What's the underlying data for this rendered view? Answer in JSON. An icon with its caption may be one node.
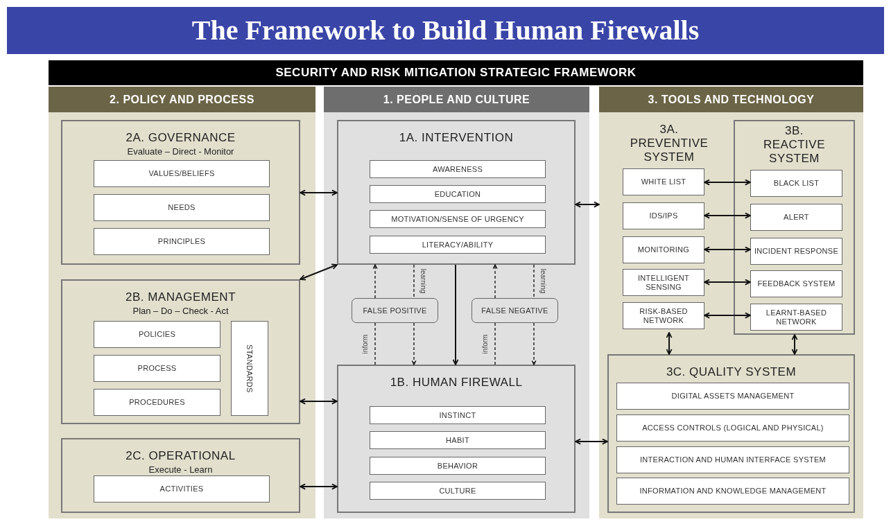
{
  "diagram": {
    "title": "The Framework to Build Human Firewalls",
    "nodes": [
      {
        "text": [
          "SECURITY AND RISK MITIGATION STRATEGIC FRAMEWORK"
        ]
      },
      {
        "text": [
          "2. POLICY AND PROCESS"
        ]
      },
      {
        "text": [
          "2A. GOVERNANCE",
          "Evaluate – Direct - Monitor"
        ],
        "in": 1
      },
      {
        "text": [
          "VALUES/BELIEFS"
        ],
        "in": 2
      },
      {
        "text": [
          "NEEDS"
        ],
        "in": 2
      },
      {
        "text": [
          "PRINCIPLES"
        ],
        "in": 2
      },
      {
        "text": [
          "2B. MANAGEMENT",
          "Plan – Do – Check - Act"
        ],
        "in": 1
      },
      {
        "text": [
          "POLICIES"
        ],
        "in": 6
      },
      {
        "text": [
          "PROCESS"
        ],
        "in": 6
      },
      {
        "text": [
          "PROCEDURES"
        ],
        "in": 6
      },
      {
        "text": [
          "STANDARDS"
        ],
        "in": 6
      },
      {
        "text": [
          "2C. OPERATIONAL",
          "Execute - Learn"
        ],
        "in": 1
      },
      {
        "text": [
          "ACTIVITIES"
        ],
        "in": 11
      },
      {
        "text": [
          "1. PEOPLE AND CULTURE"
        ]
      },
      {
        "text": [
          "1A. INTERVENTION"
        ],
        "in": 13
      },
      {
        "text": [
          "AWARENESS"
        ],
        "in": 14
      },
      {
        "text": [
          "EDUCATION"
        ],
        "in": 14
      },
      {
        "text": [
          "MOTIVATION/SENSE OF URGENCY"
        ],
        "in": 14
      },
      {
        "text": [
          "LITERACY/ABILITY"
        ],
        "in": 14
      },
      {
        "text": [
          "FALSE POSITIVE"
        ],
        "in": 13
      },
      {
        "text": [
          "FALSE NEGATIVE"
        ],
        "in": 13
      },
      {
        "text": [
          "1B. HUMAN FIREWALL"
        ],
        "in": 13
      },
      {
        "text": [
          "INSTINCT"
        ],
        "in": 21
      },
      {
        "text": [
          "HABIT"
        ],
        "in": 21
      },
      {
        "text": [
          "BEHAVIOR"
        ],
        "in": 21
      },
      {
        "text": [
          "CULTURE"
        ],
        "in": 21
      },
      {
        "text": [
          "3. TOOLS AND TECHNOLOGY"
        ]
      },
      {
        "text": [
          "3A. PREVENTIVE SYSTEM"
        ],
        "in": 26
      },
      {
        "text": [
          "WHITE LIST"
        ],
        "in": 27
      },
      {
        "text": [
          "IDS/IPS"
        ],
        "in": 27
      },
      {
        "text": [
          "MONITORING"
        ],
        "in": 27
      },
      {
        "text": [
          "INTELLIGENT SENSING"
        ],
        "in": 27
      },
      {
        "text": [
          "RISK-BASED NETWORK"
        ],
        "in": 27
      },
      {
        "text": [
          "3B. REACTIVE SYSTEM"
        ],
        "in": 26
      },
      {
        "text": [
          "BLACK LIST"
        ],
        "in": 33
      },
      {
        "text": [
          "ALERT"
        ],
        "in": 33
      },
      {
        "text": [
          "INCIDENT RESPONSE"
        ],
        "in": 33
      },
      {
        "text": [
          "FEEDBACK SYSTEM"
        ],
        "in": 33
      },
      {
        "text": [
          "LEARNT-BASED NETWORK"
        ],
        "in": 33
      },
      {
        "text": [
          "3C. QUALITY SYSTEM"
        ],
        "in": 26
      },
      {
        "text": [
          "DIGITAL ASSETS MANAGEMENT"
        ],
        "in": 39
      },
      {
        "text": [
          "ACCESS CONTROLS (LOGICAL AND PHYSICAL)"
        ],
        "in": 39
      },
      {
        "text": [
          "INTERACTION AND HUMAN INTERFACE SYSTEM"
        ],
        "in": 39
      },
      {
        "text": [
          "INFORMATION AND KNOWLEDGE MANAGEMENT"
        ],
        "in": 39
      }
    ],
    "edges": [
      {
        "from": 2,
        "to": 14,
        "arrow": "both"
      },
      {
        "from": 6,
        "to": 14,
        "arrow": "both"
      },
      {
        "from": 6,
        "to": 21,
        "arrow": "both"
      },
      {
        "from": 11,
        "to": 21,
        "arrow": "both"
      },
      {
        "from": 14,
        "to": 26,
        "arrow": "both"
      },
      {
        "from": 21,
        "to": 39,
        "arrow": "both"
      },
      {
        "from": 14,
        "to": 21,
        "arrow": "to"
      },
      {
        "from": 21,
        "to": 19,
        "arrow": "none",
        "label": "inform",
        "style": "dashed"
      },
      {
        "from": 19,
        "to": 14,
        "arrow": "to",
        "style": "dashed"
      },
      {
        "from": 14,
        "to": 19,
        "arrow": "none",
        "label": "learning",
        "style": "dashed"
      },
      {
        "from": 19,
        "to": 21,
        "arrow": "to",
        "style": "dashed"
      },
      {
        "from": 21,
        "to": 20,
        "arrow": "none",
        "label": "inform",
        "style": "dashed"
      },
      {
        "from": 20,
        "to": 14,
        "arrow": "to",
        "style": "dashed"
      },
      {
        "from": 14,
        "to": 20,
        "arrow": "none",
        "label": "learning",
        "style": "dashed"
      },
      {
        "from": 20,
        "to": 21,
        "arrow": "to",
        "style": "dashed"
      },
      {
        "from": 28,
        "to": 34,
        "arrow": "both"
      },
      {
        "from": 29,
        "to": 35,
        "arrow": "both"
      },
      {
        "from": 30,
        "to": 36,
        "arrow": "both"
      },
      {
        "from": 31,
        "to": 37,
        "arrow": "both"
      },
      {
        "from": 32,
        "to": 38,
        "arrow": "both"
      },
      {
        "from": 27,
        "to": 39,
        "arrow": "both"
      },
      {
        "from": 33,
        "to": 39,
        "arrow": "both"
      }
    ]
  }
}
